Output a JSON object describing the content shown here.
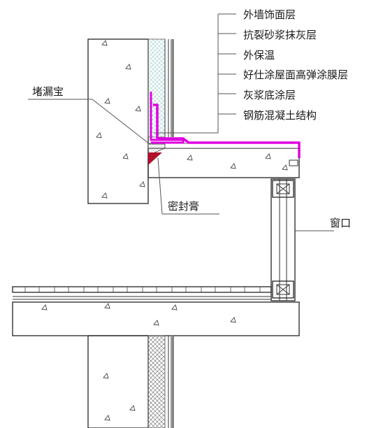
{
  "layer_labels": [
    "外墙饰面层",
    "抗裂砂浆抹灰层",
    "外保温",
    "好仕涂屋面高弹涂膜层",
    "灰浆底涂层",
    "钢筋混凝土结构"
  ],
  "callouts": {
    "plug": "堵漏宝",
    "sealant": "密封膏",
    "window": "窗口"
  },
  "colors": {
    "membrane": "#e000e0",
    "sealant": "#b0102a",
    "line": "#222222",
    "insulation_hatch": "#aacccc"
  }
}
